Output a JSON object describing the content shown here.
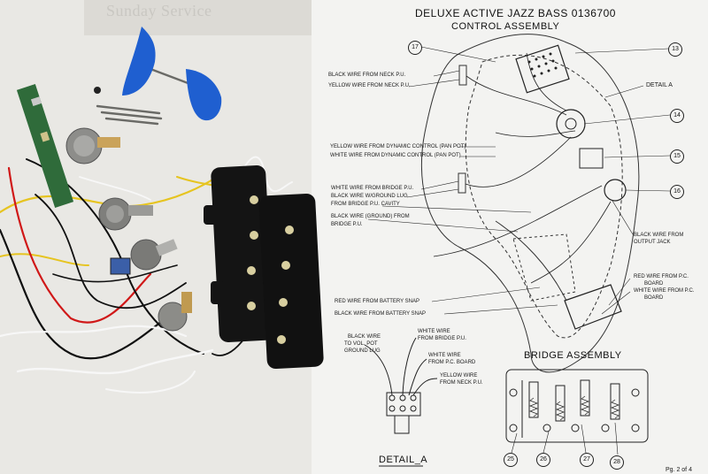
{
  "sheet": {
    "title": "DELUXE ACTIVE JAZZ BASS 0136700",
    "subtitle": "CONTROL ASSEMBLY",
    "detail_label": "DETAIL A",
    "bridge_title": "BRIDGE ASSEMBLY",
    "detail_bottom": "DETAIL_A",
    "page_note": "Pg. 2 of 4",
    "callouts": [
      "17",
      "13",
      "14",
      "15",
      "16",
      "25",
      "26",
      "27",
      "28"
    ],
    "labels_left": [
      "BLACK WIRE FROM NECK P.U.",
      "YELLOW WIRE FROM NECK P.U.",
      "YELLOW WIRE FROM DYNAMIC CONTROL (PAN POT)",
      "WHITE WIRE FROM DYNAMIC CONTROL (PAN POT)",
      "WHITE WIRE FROM BRIDGE P.U.",
      "BLACK WIRE W/GROUND LUG",
      "FROM BRIDGE P.U. CAVITY",
      "BLACK WIRE (GROUND) FROM",
      "BRIDGE P.U.",
      "RED WIRE FROM BATTERY SNAP",
      "BLACK WIRE FROM BATTERY SNAP"
    ],
    "labels_right": [
      "BLACK WIRE FROM",
      "OUTPUT JACK",
      "RED WIRE FROM P.C.",
      "BOARD",
      "WHITE WIRE FROM P.C.",
      "BOARD"
    ],
    "detail_labels": [
      "BLACK WIRE",
      "TO VOL. POT",
      "GROUND LUG",
      "WHITE WIRE",
      "FROM BRIDGE P.U.",
      "WHITE WIRE",
      "FROM P.C. BOARD",
      "YELLOW WIRE",
      "FROM NECK P.U."
    ]
  },
  "background_sheet": {
    "heading": "Sunday Service"
  },
  "colors": {
    "paper": "#f3f3f1",
    "table": "#b9b4ab",
    "tape": "#1f5fd0",
    "pickup": "#141414",
    "wire_red": "#d01818",
    "wire_yellow": "#e6c420",
    "wire_white": "#f5f5f5",
    "wire_black": "#101010",
    "pcb": "#2f6b3a"
  }
}
